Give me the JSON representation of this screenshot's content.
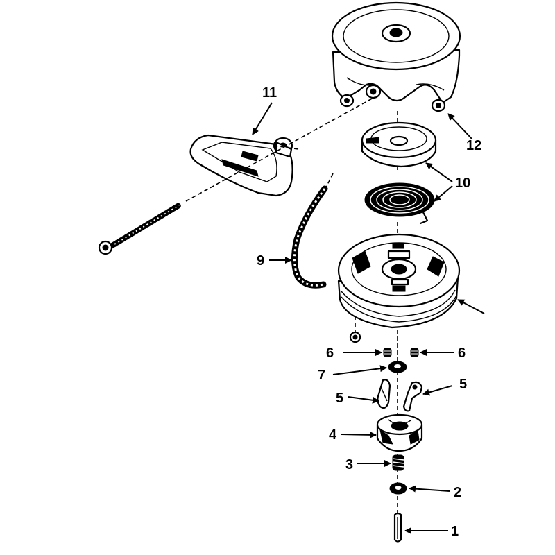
{
  "diagram": {
    "labels": {
      "l1": "1",
      "l2": "2",
      "l3": "3",
      "l4": "4",
      "l5a": "5",
      "l5b": "5",
      "l6a": "6",
      "l6b": "6",
      "l7": "7",
      "l9": "9",
      "l10": "10",
      "l11": "11",
      "l12": "12"
    }
  }
}
